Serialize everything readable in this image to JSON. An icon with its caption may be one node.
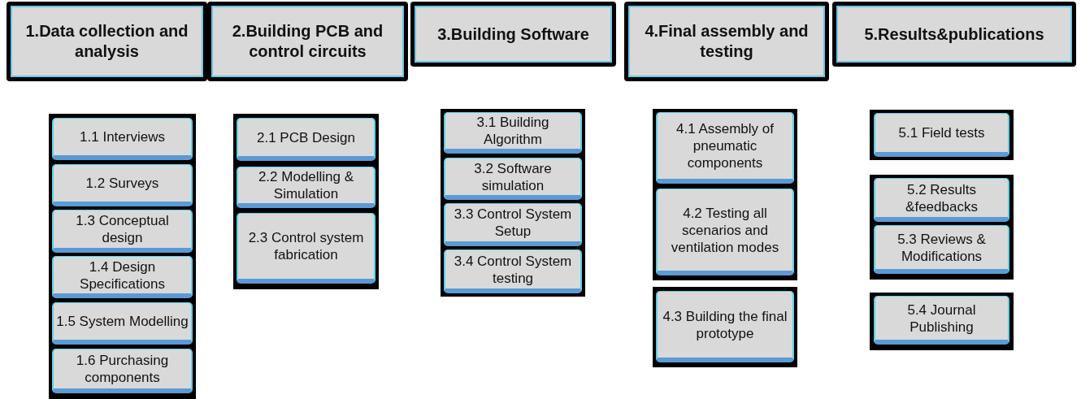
{
  "diagram": {
    "nodes": [
      {
        "text": [
          "1.Data collection and analysis"
        ]
      },
      {
        "text": [
          "2.Building PCB and control circuits"
        ]
      },
      {
        "text": [
          "3.Building Software"
        ]
      },
      {
        "text": [
          "4.Final assembly and testing"
        ]
      },
      {
        "text": [
          "5.Results&publications"
        ]
      },
      {
        "text": [],
        "shape": "box"
      },
      {
        "text": [
          "1.1 Interviews"
        ],
        "in": 5
      },
      {
        "text": [
          "1.2 Surveys"
        ],
        "in": 5
      },
      {
        "text": [
          "1.3 Conceptual design"
        ],
        "in": 5
      },
      {
        "text": [
          "1.4 Design Specifications"
        ],
        "in": 5
      },
      {
        "text": [
          "1.5 System Modelling"
        ],
        "in": 5
      },
      {
        "text": [
          "1.6 Purchasing components"
        ],
        "in": 5
      },
      {
        "text": [],
        "shape": "box"
      },
      {
        "text": [
          "2.1 PCB Design"
        ],
        "in": 12
      },
      {
        "text": [
          "2.2 Modelling & Simulation"
        ],
        "in": 12
      },
      {
        "text": [
          "2.3 Control system fabrication"
        ],
        "in": 12
      },
      {
        "text": [],
        "shape": "box"
      },
      {
        "text": [
          "3.1 Building Algorithm"
        ],
        "in": 16
      },
      {
        "text": [
          "3.2 Software simulation"
        ],
        "in": 16
      },
      {
        "text": [
          "3.3 Control System Setup"
        ],
        "in": 16
      },
      {
        "text": [
          "3.4 Control System testing"
        ],
        "in": 16
      },
      {
        "text": [],
        "shape": "box"
      },
      {
        "text": [
          "4.1 Assembly of pneumatic components"
        ],
        "in": 21
      },
      {
        "text": [
          "4.2 Testing all scenarios and ventilation modes"
        ],
        "in": 21
      },
      {
        "text": [],
        "shape": "box"
      },
      {
        "text": [
          "4.3 Building the final prototype"
        ],
        "in": 24
      },
      {
        "text": [],
        "shape": "box"
      },
      {
        "text": [
          "5.1 Field tests"
        ],
        "in": 26
      },
      {
        "text": [],
        "shape": "box"
      },
      {
        "text": [
          "5.2 Results &feedbacks"
        ],
        "in": 28
      },
      {
        "text": [
          "5.3 Reviews & Modifications"
        ],
        "in": 28
      },
      {
        "text": [],
        "shape": "box"
      },
      {
        "text": [
          "5.4 Journal Publishing"
        ],
        "in": 31
      }
    ],
    "edges": []
  }
}
